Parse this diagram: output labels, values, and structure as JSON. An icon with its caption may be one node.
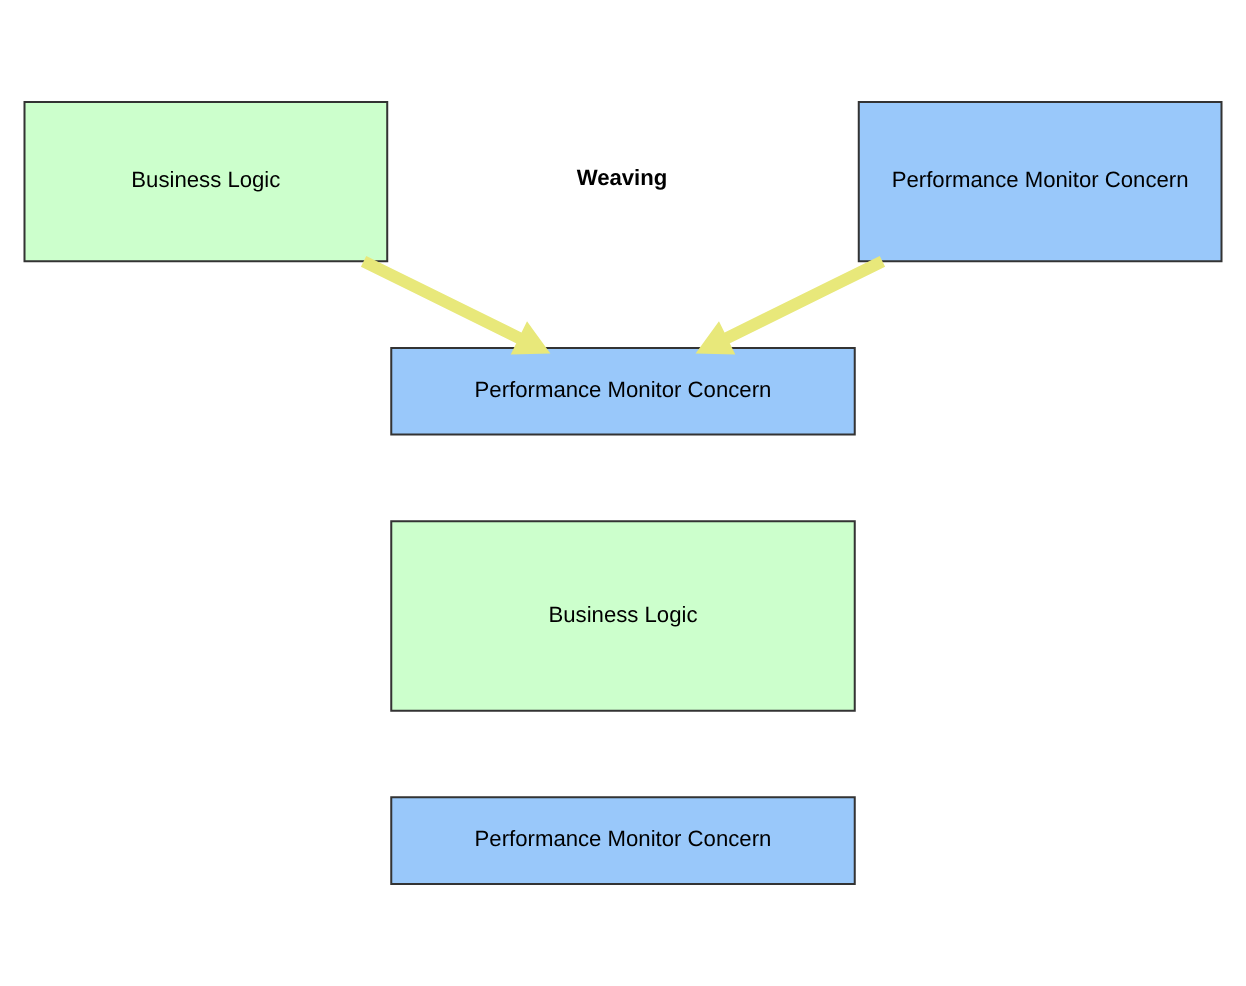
{
  "diagram": {
    "nodes": [
      {
        "text": [
          "Business Logic"
        ]
      },
      {
        "text": [
          "Performance Monitor Concern"
        ]
      },
      {
        "text": [
          "Performance Monitor Concern"
        ]
      },
      {
        "text": [
          "Business Logic"
        ]
      },
      {
        "text": [
          "Performance Monitor Concern"
        ]
      }
    ],
    "edges": [
      {
        "from": 0,
        "to": 2,
        "arrow": "to"
      },
      {
        "from": 1,
        "to": 2,
        "arrow": "to"
      }
    ],
    "labels": [
      "Weaving"
    ]
  }
}
